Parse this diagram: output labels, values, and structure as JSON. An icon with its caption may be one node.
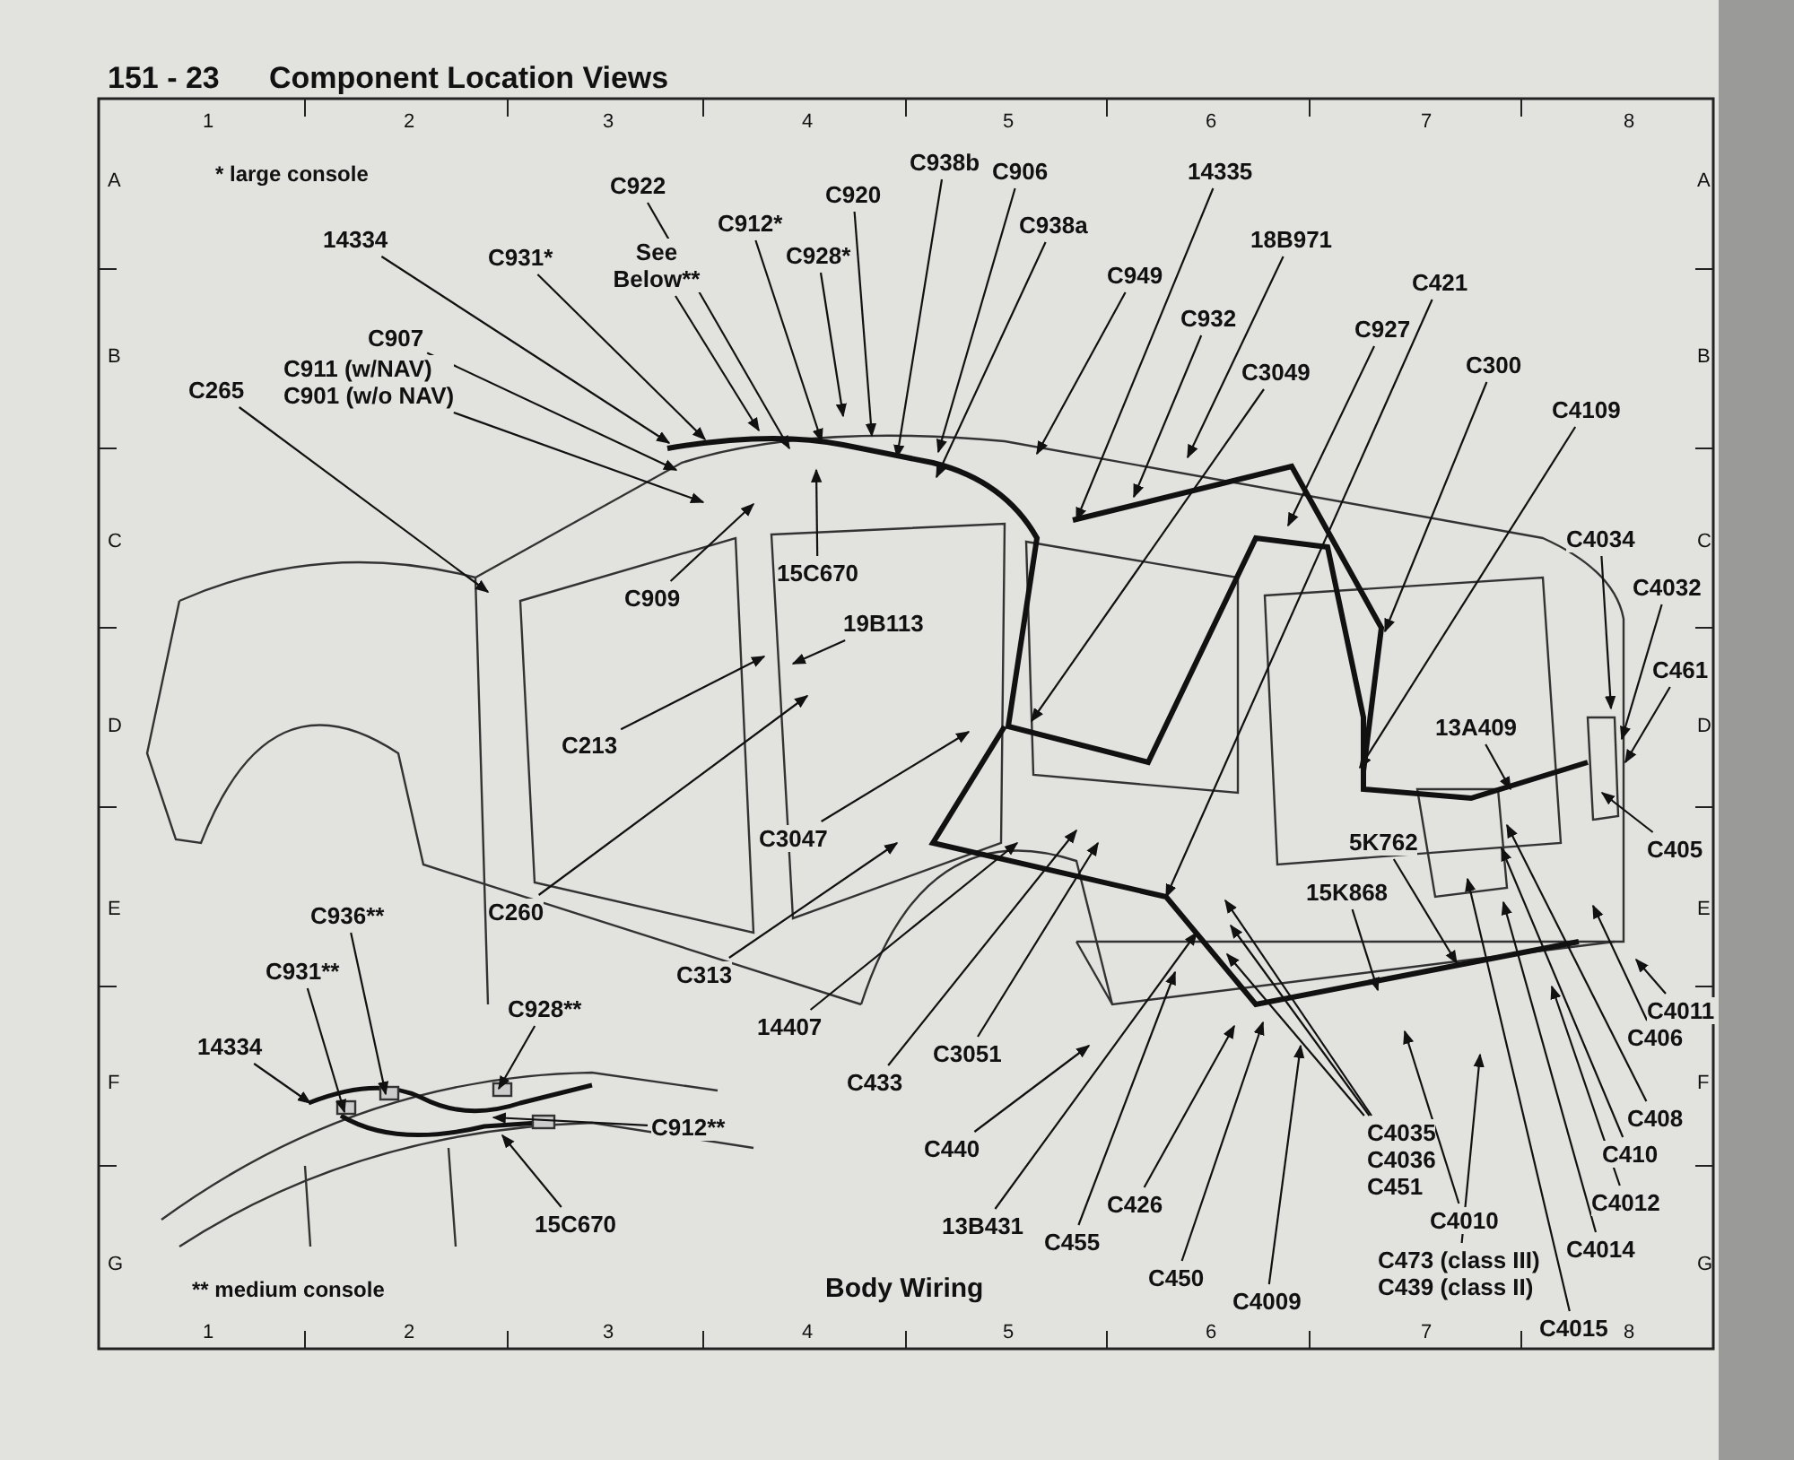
{
  "diagram": {
    "title": "Component Location Views",
    "caption": "Body Wiring",
    "nodes": [
      {
        "text": [
          "C922"
        ]
      },
      {
        "text": [
          "C912*"
        ]
      },
      {
        "text": [
          "C920"
        ]
      },
      {
        "text": [
          "C938b"
        ]
      },
      {
        "text": [
          "C906"
        ]
      },
      {
        "text": [
          "14335"
        ]
      },
      {
        "text": [
          "C938a"
        ]
      },
      {
        "text": [
          "C931*"
        ]
      },
      {
        "text": [
          "See Below**"
        ]
      },
      {
        "text": [
          "C928*"
        ]
      },
      {
        "text": [
          "14334"
        ]
      },
      {
        "text": [
          "C907"
        ]
      },
      {
        "text": [
          "C911 (w/NAV)",
          "C901 (w/o NAV)"
        ]
      },
      {
        "text": [
          "C265"
        ]
      },
      {
        "text": [
          "C909"
        ]
      },
      {
        "text": [
          "15C670"
        ]
      },
      {
        "text": [
          "19B113"
        ]
      },
      {
        "text": [
          "C213"
        ]
      },
      {
        "text": [
          "C260"
        ]
      },
      {
        "text": [
          "C3047"
        ]
      },
      {
        "text": [
          "C313"
        ]
      },
      {
        "text": [
          "14407"
        ]
      },
      {
        "text": [
          "C3051"
        ]
      },
      {
        "text": [
          "C433"
        ]
      },
      {
        "text": [
          "C440"
        ]
      },
      {
        "text": [
          "13B431"
        ]
      },
      {
        "text": [
          "C455"
        ]
      },
      {
        "text": [
          "C426"
        ]
      },
      {
        "text": [
          "C450"
        ]
      },
      {
        "text": [
          "C4009"
        ]
      },
      {
        "text": [
          "C4035",
          "C4036",
          "C451"
        ]
      },
      {
        "text": [
          "C4010"
        ]
      },
      {
        "text": [
          "15K868"
        ]
      },
      {
        "text": [
          "C473 (class III)",
          "C439 (class II)"
        ]
      },
      {
        "text": [
          "5K762"
        ]
      },
      {
        "text": [
          "C4015"
        ]
      },
      {
        "text": [
          "C4014"
        ]
      },
      {
        "text": [
          "C4012"
        ]
      },
      {
        "text": [
          "C410"
        ]
      },
      {
        "text": [
          "C408"
        ]
      },
      {
        "text": [
          "C4011"
        ]
      },
      {
        "text": [
          "C406"
        ]
      },
      {
        "text": [
          "C405"
        ]
      },
      {
        "text": [
          "C461"
        ]
      },
      {
        "text": [
          "C4032"
        ]
      },
      {
        "text": [
          "C4034"
        ]
      },
      {
        "text": [
          "13A409"
        ]
      },
      {
        "text": [
          "C4109"
        ]
      },
      {
        "text": [
          "C300"
        ]
      },
      {
        "text": [
          "C421"
        ]
      },
      {
        "text": [
          "C927"
        ]
      },
      {
        "text": [
          "18B971"
        ]
      },
      {
        "text": [
          "C932"
        ]
      },
      {
        "text": [
          "C3049"
        ]
      },
      {
        "text": [
          "C949"
        ]
      },
      {
        "text": [
          "C936**"
        ]
      },
      {
        "text": [
          "C931**"
        ]
      },
      {
        "text": [
          "14334"
        ]
      },
      {
        "text": [
          "C928**"
        ]
      },
      {
        "text": [
          "C912**"
        ]
      },
      {
        "text": [
          "15C670"
        ]
      }
    ],
    "edges": [
      {
        "from": 0,
        "to": null,
        "arrow": "to"
      },
      {
        "from": 1,
        "to": null,
        "arrow": "to"
      },
      {
        "from": 2,
        "to": null,
        "arrow": "to"
      },
      {
        "from": 3,
        "to": null,
        "arrow": "to"
      },
      {
        "from": 4,
        "to": null,
        "arrow": "to"
      },
      {
        "from": 5,
        "to": null,
        "arrow": "to"
      },
      {
        "from": 6,
        "to": null,
        "arrow": "to"
      },
      {
        "from": 7,
        "to": null,
        "arrow": "to"
      },
      {
        "from": 8,
        "to": null,
        "arrow": "to"
      },
      {
        "from": 9,
        "to": null,
        "arrow": "to"
      },
      {
        "from": 10,
        "to": null,
        "arrow": "to"
      },
      {
        "from": 11,
        "to": null,
        "arrow": "to"
      },
      {
        "from": 12,
        "to": null,
        "arrow": "to"
      },
      {
        "from": 13,
        "to": null,
        "arrow": "to"
      },
      {
        "from": 14,
        "to": null,
        "arrow": "to"
      },
      {
        "from": 15,
        "to": null,
        "arrow": "to"
      },
      {
        "from": 16,
        "to": null,
        "arrow": "to"
      },
      {
        "from": 17,
        "to": null,
        "arrow": "to"
      },
      {
        "from": 18,
        "to": null,
        "arrow": "to"
      },
      {
        "from": 19,
        "to": null,
        "arrow": "to"
      },
      {
        "from": 20,
        "to": null,
        "arrow": "to"
      },
      {
        "from": 21,
        "to": null,
        "arrow": "to"
      },
      {
        "from": 22,
        "to": null,
        "arrow": "to"
      },
      {
        "from": 23,
        "to": null,
        "arrow": "to"
      },
      {
        "from": 24,
        "to": null,
        "arrow": "to"
      },
      {
        "from": 25,
        "to": null,
        "arrow": "to"
      },
      {
        "from": 26,
        "to": null,
        "arrow": "to"
      },
      {
        "from": 27,
        "to": null,
        "arrow": "to"
      },
      {
        "from": 28,
        "to": null,
        "arrow": "to"
      },
      {
        "from": 29,
        "to": null,
        "arrow": "to"
      },
      {
        "from": 30,
        "to": null,
        "arrow": "to"
      },
      {
        "from": 30,
        "to": null,
        "arrow": "to"
      },
      {
        "from": 30,
        "to": null,
        "arrow": "to"
      },
      {
        "from": 31,
        "to": null,
        "arrow": "to"
      },
      {
        "from": 32,
        "to": null,
        "arrow": "to"
      },
      {
        "from": 33,
        "to": null,
        "arrow": "to"
      },
      {
        "from": 34,
        "to": null,
        "arrow": "to"
      },
      {
        "from": 35,
        "to": null,
        "arrow": "to"
      },
      {
        "from": 36,
        "to": null,
        "arrow": "to"
      },
      {
        "from": 37,
        "to": null,
        "arrow": "to"
      },
      {
        "from": 38,
        "to": null,
        "arrow": "to"
      },
      {
        "from": 39,
        "to": null,
        "arrow": "to"
      },
      {
        "from": 40,
        "to": null,
        "arrow": "to"
      },
      {
        "from": 41,
        "to": null,
        "arrow": "to"
      },
      {
        "from": 42,
        "to": null,
        "arrow": "to"
      },
      {
        "from": 43,
        "to": null,
        "arrow": "to"
      },
      {
        "from": 44,
        "to": null,
        "arrow": "to"
      },
      {
        "from": 45,
        "to": null,
        "arrow": "to"
      },
      {
        "from": 46,
        "to": null,
        "arrow": "to"
      },
      {
        "from": 47,
        "to": null,
        "arrow": "to"
      },
      {
        "from": 48,
        "to": null,
        "arrow": "to"
      },
      {
        "from": 49,
        "to": null,
        "arrow": "to"
      },
      {
        "from": 50,
        "to": null,
        "arrow": "to"
      },
      {
        "from": 51,
        "to": null,
        "arrow": "to"
      },
      {
        "from": 52,
        "to": null,
        "arrow": "to"
      },
      {
        "from": 53,
        "to": null,
        "arrow": "to"
      },
      {
        "from": 54,
        "to": null,
        "arrow": "to"
      },
      {
        "from": 55,
        "to": null,
        "arrow": "to"
      },
      {
        "from": 56,
        "to": null,
        "arrow": "to"
      },
      {
        "from": 57,
        "to": null,
        "arrow": "to"
      },
      {
        "from": 58,
        "to": null,
        "arrow": "to"
      },
      {
        "from": 59,
        "to": null,
        "arrow": "to"
      },
      {
        "from": 60,
        "to": null,
        "arrow": "to"
      }
    ],
    "labels": [
      "151 - 23",
      "1",
      "2",
      "3",
      "4",
      "5",
      "6",
      "7",
      "8",
      "A",
      "B",
      "C",
      "D",
      "E",
      "F",
      "G",
      "A",
      "B",
      "C",
      "D",
      "E",
      "F",
      "G",
      "1",
      "2",
      "3",
      "4",
      "5",
      "6",
      "7",
      "8",
      "* large console",
      "** medium console"
    ]
  }
}
